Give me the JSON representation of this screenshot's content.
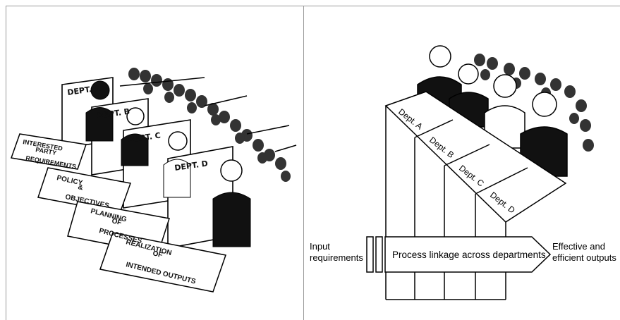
{
  "left_panel": {
    "silo_depts": [
      "DEPT. A",
      "DEPT. B",
      "DEPT. C",
      "DEPT. D"
    ],
    "steps": [
      {
        "line1": "INTERESTED",
        "line2": "PARTY",
        "line3": "REQUIREMENTS"
      },
      {
        "line1": "POLICY",
        "line2": "&",
        "line3": "OBJECTIVES"
      },
      {
        "line1": "PLANNING",
        "line2": "OF",
        "line3": "PROCESSES"
      },
      {
        "line1": "REALIZATION",
        "line2": "OF",
        "line3": "INTENDED OUTPUTS"
      }
    ]
  },
  "right_panel": {
    "depts": [
      "Dept. A",
      "Dept. B",
      "Dept. C",
      "Dept. D"
    ],
    "input_label_1": "Input",
    "input_label_2": "requirements",
    "arrow_label": "Process linkage across departments",
    "output_label_1": "Effective and",
    "output_label_2": "efficient outputs"
  },
  "colors": {
    "ink": "#000000",
    "paper": "#ffffff",
    "crowd": "#333333"
  }
}
